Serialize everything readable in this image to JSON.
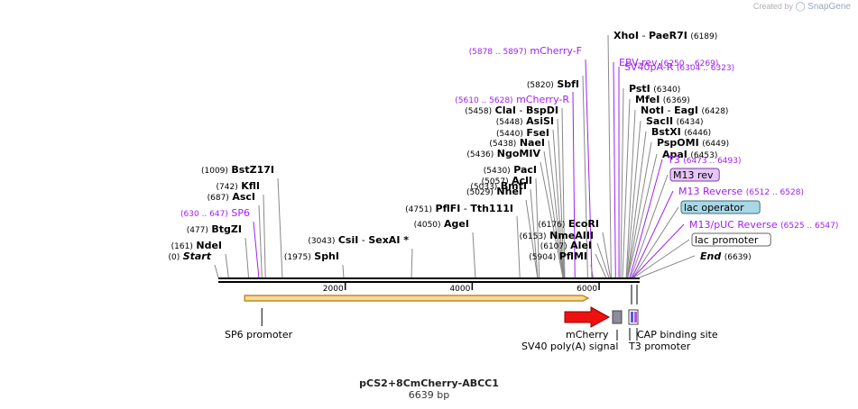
{
  "app": {
    "credit": "Created by",
    "brand": "SnapGene"
  },
  "plasmid": {
    "name": "pCS2+8CmCherry-ABCC1",
    "size_label": "6639 bp",
    "length": 6639
  },
  "colors": {
    "site": "#000000",
    "primer": "#a020f0",
    "mcherry": "#ee1111",
    "orf_fill": "#f6d9a0",
    "orf_stroke": "#c48a1a",
    "grey_feature": "#8c8c9c"
  },
  "ticks": [
    {
      "pos": 2000,
      "label": "2000"
    },
    {
      "pos": 4000,
      "label": "4000"
    },
    {
      "pos": 6000,
      "label": "6000"
    }
  ],
  "labels": [
    {
      "id": "xhoi",
      "left": "XhoI",
      "sep": "-",
      "name": "PaeR7I",
      "coord": "(6189)",
      "anchor": "l",
      "bold": true,
      "color": "site",
      "pos": 6189
    },
    {
      "id": "mcherry-f",
      "coord": "(5878 .. 5897)",
      "name": "mCherry-F",
      "anchor": "r",
      "color": "primer",
      "pos": 5887
    },
    {
      "id": "ebv-rev",
      "name": "EBV-rev",
      "coord": "(6250 .. 6269)",
      "anchor": "l",
      "color": "primer",
      "pos": 6259
    },
    {
      "id": "sv40pa-r",
      "name": "SV40pA-R",
      "coord": "(6304 .. 6323)",
      "anchor": "l",
      "color": "primer",
      "pos": 6313
    },
    {
      "id": "sbfi",
      "coord": "(5820)",
      "name": "SbfI",
      "anchor": "r",
      "bold": true,
      "color": "site",
      "pos": 5820
    },
    {
      "id": "psti",
      "name": "PstI",
      "coord": "(6340)",
      "anchor": "l",
      "bold": true,
      "color": "site",
      "pos": 6340
    },
    {
      "id": "mcherry-r",
      "coord": "(5610 .. 5628)",
      "name": "mCherry-R",
      "anchor": "r",
      "color": "primer",
      "pos": 5619
    },
    {
      "id": "mfei",
      "name": "MfeI",
      "coord": "(6369)",
      "anchor": "l",
      "bold": true,
      "color": "site",
      "pos": 6369
    },
    {
      "id": "clai",
      "coord": "(5458)",
      "name": "ClaI",
      "sep": "-",
      "right": "BspDI",
      "anchor": "r",
      "bold": true,
      "color": "site",
      "pos": 5458
    },
    {
      "id": "noti",
      "name": "NotI",
      "sep": "-",
      "right": "EagI",
      "coord": "(6428)",
      "anchor": "l",
      "bold": true,
      "color": "site",
      "pos": 6428
    },
    {
      "id": "asisi",
      "coord": "(5448)",
      "name": "AsiSI",
      "anchor": "r",
      "bold": true,
      "color": "site",
      "pos": 5448
    },
    {
      "id": "sacii",
      "name": "SacII",
      "coord": "(6434)",
      "anchor": "l",
      "bold": true,
      "color": "site",
      "pos": 6434
    },
    {
      "id": "fsei",
      "coord": "(5440)",
      "name": "FseI",
      "anchor": "r",
      "bold": true,
      "color": "site",
      "pos": 5440
    },
    {
      "id": "bstxi",
      "name": "BstXI",
      "coord": "(6446)",
      "anchor": "l",
      "bold": true,
      "color": "site",
      "pos": 6446
    },
    {
      "id": "naei",
      "coord": "(5438)",
      "name": "NaeI",
      "anchor": "r",
      "bold": true,
      "color": "site",
      "pos": 5438
    },
    {
      "id": "pspomi",
      "name": "PspOMI",
      "coord": "(6449)",
      "anchor": "l",
      "bold": true,
      "color": "site",
      "pos": 6449
    },
    {
      "id": "ngomiv",
      "coord": "(5436)",
      "name": "NgoMIV",
      "anchor": "r",
      "bold": true,
      "color": "site",
      "pos": 5436
    },
    {
      "id": "apai",
      "name": "ApaI",
      "coord": "(6453)",
      "anchor": "l",
      "bold": true,
      "color": "site",
      "pos": 6453
    },
    {
      "id": "paci",
      "coord": "(5430)",
      "name": "PacI",
      "anchor": "r",
      "bold": true,
      "color": "site",
      "pos": 5430
    },
    {
      "id": "t3-primer",
      "name": "T3",
      "coord": "(6473 .. 6493)",
      "anchor": "l",
      "color": "primer",
      "pos": 6483
    },
    {
      "id": "bstz17i",
      "coord": "(1009)",
      "name": "BstZ17I",
      "anchor": "r",
      "bold": true,
      "color": "site",
      "pos": 1009
    },
    {
      "id": "acli",
      "coord": "(5057)",
      "name": "AclI",
      "anchor": "r",
      "bold": true,
      "color": "site",
      "pos": 5057
    },
    {
      "id": "m13-rev",
      "name": "M13 rev",
      "anchor": "l",
      "box": "purple",
      "color": "site",
      "pos": 6500
    },
    {
      "id": "bmti",
      "coord": "(5033)",
      "name": "BmtI",
      "anchor": "r",
      "bold": true,
      "color": "site",
      "pos": 5033
    },
    {
      "id": "kfli",
      "coord": "(742)",
      "name": "KflI",
      "anchor": "r",
      "bold": true,
      "color": "site",
      "pos": 742
    },
    {
      "id": "m13-reverse",
      "name": "M13 Reverse",
      "coord": "(6512 .. 6528)",
      "anchor": "l",
      "color": "primer",
      "pos": 6520
    },
    {
      "id": "nhei",
      "coord": "(5029)",
      "name": "NheI",
      "anchor": "r",
      "bold": true,
      "color": "site",
      "pos": 5029
    },
    {
      "id": "asci",
      "coord": "(687)",
      "name": "AscI",
      "anchor": "r",
      "bold": true,
      "color": "site",
      "pos": 687
    },
    {
      "id": "pflfi",
      "coord": "(4751)",
      "name": "PflFI",
      "sep": "-",
      "right": "Tth111I",
      "anchor": "r",
      "bold": true,
      "color": "site",
      "pos": 4751
    },
    {
      "id": "lac-operator",
      "name": "lac operator",
      "anchor": "l",
      "box": "teal",
      "color": "site",
      "pos": 6535
    },
    {
      "id": "sp6-primer",
      "coord": "(630 .. 647)",
      "name": "SP6",
      "anchor": "r",
      "color": "primer",
      "pos": 638
    },
    {
      "id": "agei",
      "coord": "(4050)",
      "name": "AgeI",
      "anchor": "r",
      "bold": true,
      "color": "site",
      "pos": 4050
    },
    {
      "id": "ecori",
      "coord": "(6176)",
      "name": "EcoRI",
      "anchor": "r",
      "bold": true,
      "color": "site",
      "pos": 6176
    },
    {
      "id": "m13-puc-reverse",
      "name": "M13/pUC Reverse",
      "coord": "(6525 .. 6547)",
      "anchor": "l",
      "color": "primer",
      "pos": 6536
    },
    {
      "id": "btgzi",
      "coord": "(477)",
      "name": "BtgZI",
      "anchor": "r",
      "bold": true,
      "color": "site",
      "pos": 477
    },
    {
      "id": "nmeaiii",
      "coord": "(6153)",
      "name": "NmeAIII",
      "anchor": "r",
      "bold": true,
      "color": "site",
      "pos": 6153
    },
    {
      "id": "csii",
      "coord": "(3043)",
      "name": "CsiI",
      "sep": "-",
      "right": "SexAI *",
      "anchor": "r",
      "bold": true,
      "color": "site",
      "pos": 3043
    },
    {
      "id": "lac-promoter",
      "name": "lac promoter",
      "anchor": "l",
      "box": "white",
      "color": "site",
      "pos": 6550
    },
    {
      "id": "ndei",
      "coord": "(161)",
      "name": "NdeI",
      "anchor": "r",
      "bold": true,
      "color": "site",
      "pos": 161
    },
    {
      "id": "alei",
      "coord": "(6107)",
      "name": "AleI",
      "anchor": "r",
      "bold": true,
      "color": "site",
      "pos": 6107
    },
    {
      "id": "start",
      "coord": "(0)",
      "name": "Start",
      "anchor": "r",
      "bold": true,
      "italic": true,
      "color": "site",
      "pos": 0
    },
    {
      "id": "sphi",
      "coord": "(1975)",
      "name": "SphI",
      "anchor": "r",
      "bold": true,
      "color": "site",
      "pos": 1975
    },
    {
      "id": "pflmi",
      "coord": "(5904)",
      "name": "PflMI",
      "anchor": "r",
      "bold": true,
      "color": "site",
      "pos": 5904
    },
    {
      "id": "end",
      "name": "End",
      "coord": "(6639)",
      "anchor": "l",
      "bold": true,
      "italic": true,
      "color": "site",
      "pos": 6639
    }
  ],
  "features": [
    {
      "id": "sp6-promoter",
      "name": "SP6 promoter",
      "start": 629,
      "end": 648
    },
    {
      "id": "mcherry",
      "name": "mCherry",
      "start": 5450,
      "end": 6160
    },
    {
      "id": "sv40-polya",
      "name": "SV40 poly(A) signal",
      "start": 6200,
      "end": 6330
    },
    {
      "id": "cap-site",
      "name": "CAP binding site",
      "start": 6560,
      "end": 6580
    },
    {
      "id": "t3-promoter",
      "name": "T3 promoter",
      "start": 6470,
      "end": 6490
    },
    {
      "id": "orf",
      "name": "",
      "start": 700,
      "end": 5400
    }
  ]
}
